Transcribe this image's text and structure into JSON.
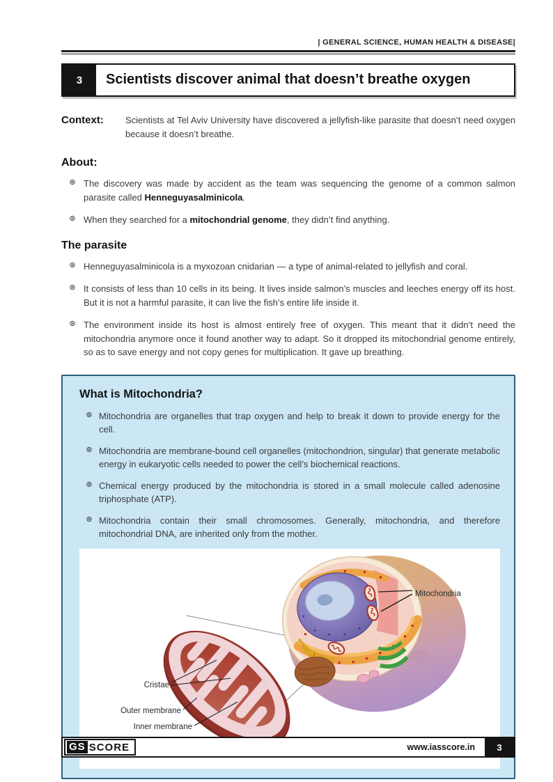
{
  "header": {
    "category": "|  GENERAL SCIENCE, HUMAN HEALTH &  DISEASE|"
  },
  "title": {
    "number": "3",
    "text": "Scientists discover animal that doesn’t breathe oxygen"
  },
  "bullet_icon": "⊛",
  "context": {
    "label": "Context:",
    "text": "Scientists at Tel Aviv University have discovered a jellyfish-like parasite that doesn’t need oxygen because it doesn’t breathe."
  },
  "about": {
    "heading": "About:",
    "bullets": [
      {
        "before": "The discovery was made by accident as the team was sequencing the genome of a common salmon parasite called ",
        "bold": "Henneguyasalminicola",
        "after": "."
      },
      {
        "before": "When they searched for a ",
        "bold": "mitochondrial genome",
        "after": ", they didn’t find anything."
      }
    ]
  },
  "parasite": {
    "heading": "The parasite",
    "bullets": [
      "Henneguyasalminicola is a myxozoan cnidarian — a type of animal-related to jellyfish and coral.",
      "It consists of less than 10 cells in its being. It lives inside salmon’s muscles and leeches energy off its host. But it is not a harmful parasite, it can live the fish’s entire life inside it.",
      "The environment inside its host is almost entirely free of oxygen. This meant that it didn’t need the mitochondria anymore once it found another way to adapt. So it dropped its mitochondrial genome entirely, so as to save energy and not copy genes for multiplication. It gave up breathing."
    ]
  },
  "mito_box": {
    "heading": "What is Mitochondria?",
    "bullets": [
      "Mitochondria are organelles that trap oxygen and help to break it down to provide energy for the cell.",
      "Mitochondria are membrane-bound cell organelles (mitochondrion, singular) that generate metabolic energy in eukaryotic cells needed to power the cell’s biochemical reactions.",
      "Chemical energy produced by the mitochondria is stored in a small molecule called adenosine triphosphate (ATP).",
      "Mitochondria contain their small chromosomes. Generally, mitochondria, and therefore mitochondrial DNA, are inherited only from the mother."
    ],
    "diagram_labels": {
      "mitochondria": "Mitochondria",
      "cristae": "Cristae",
      "outer_membrane": "Outer membrane",
      "inner_membrane": "Inner membrane"
    }
  },
  "footer": {
    "logo_gs": "GS",
    "logo_score": "SCORE",
    "website": "www.iasscore.in",
    "page_number": "3"
  },
  "colors": {
    "ink": "#141414",
    "body_text": "#3a3a3a",
    "box_background": "#cbe7f6",
    "box_border": "#2e5d7d",
    "mito_outer_red": "#93322b",
    "mito_pink": "#f0d4d8",
    "cell_tan": "#ddb176",
    "cell_purple": "#b291c4"
  }
}
